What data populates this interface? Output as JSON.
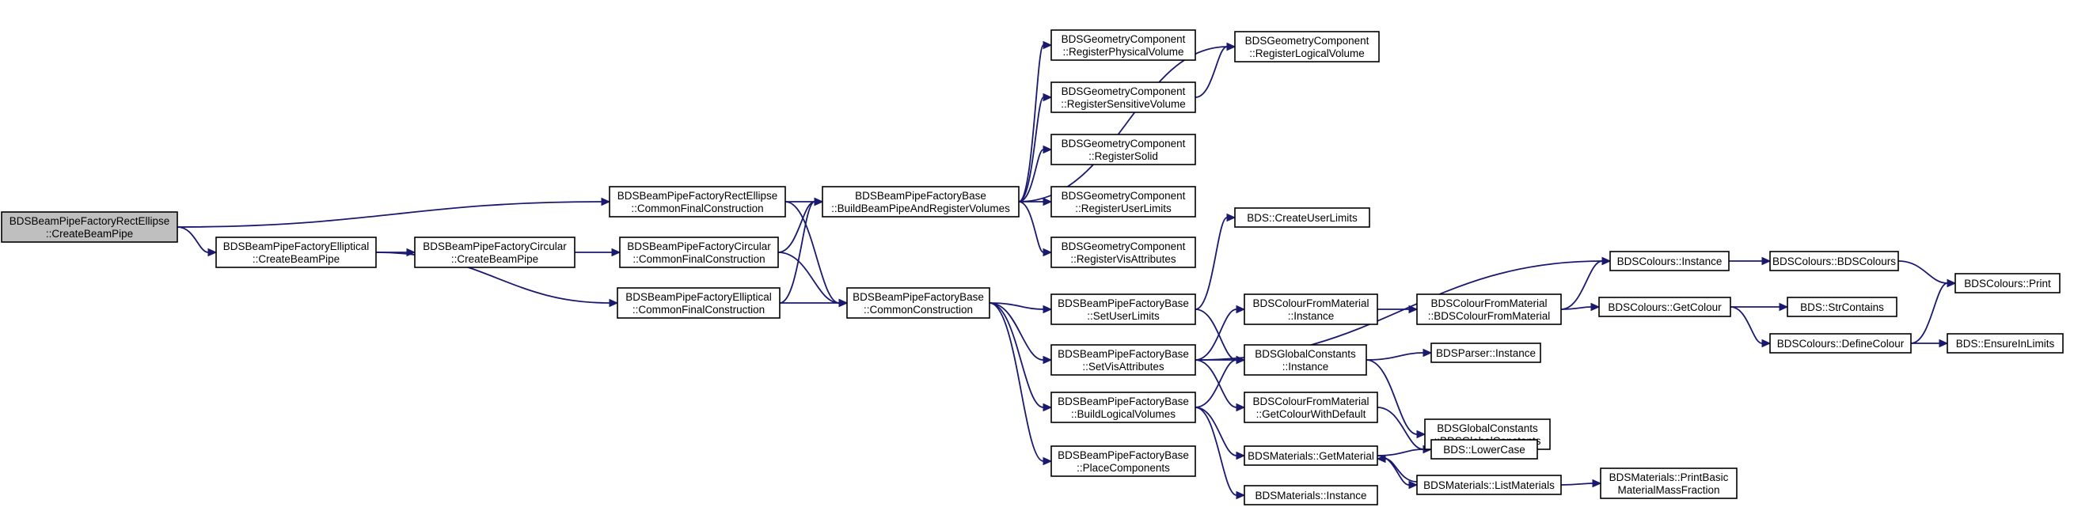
{
  "colors": {
    "edge": "#191970",
    "node_fill": "#ffffff",
    "root_fill": "#bfbfbf",
    "border": "#000000"
  },
  "nodes": [
    {
      "id": "root",
      "lines": [
        "BDSBeamPipeFactoryRectEllipse",
        "::CreateBeamPipe"
      ],
      "root": true
    },
    {
      "id": "ell_create",
      "lines": [
        "BDSBeamPipeFactoryElliptical",
        "::CreateBeamPipe"
      ]
    },
    {
      "id": "rect_cfc",
      "lines": [
        "BDSBeamPipeFactoryRectEllipse",
        "::CommonFinalConstruction"
      ]
    },
    {
      "id": "circ_create",
      "lines": [
        "BDSBeamPipeFactoryCircular",
        "::CreateBeamPipe"
      ]
    },
    {
      "id": "circ_cfc",
      "lines": [
        "BDSBeamPipeFactoryCircular",
        "::CommonFinalConstruction"
      ]
    },
    {
      "id": "ell_cfc",
      "lines": [
        "BDSBeamPipeFactoryElliptical",
        "::CommonFinalConstruction"
      ]
    },
    {
      "id": "base_build",
      "lines": [
        "BDSBeamPipeFactoryBase",
        "::BuildBeamPipeAndRegisterVolumes"
      ]
    },
    {
      "id": "base_common",
      "lines": [
        "BDSBeamPipeFactoryBase",
        "::CommonConstruction"
      ]
    },
    {
      "id": "geo_phys",
      "lines": [
        "BDSGeometryComponent",
        "::RegisterPhysicalVolume"
      ]
    },
    {
      "id": "geo_sens",
      "lines": [
        "BDSGeometryComponent",
        "::RegisterSensitiveVolume"
      ]
    },
    {
      "id": "geo_solid",
      "lines": [
        "BDSGeometryComponent",
        "::RegisterSolid"
      ]
    },
    {
      "id": "geo_ul",
      "lines": [
        "BDSGeometryComponent",
        "::RegisterUserLimits"
      ]
    },
    {
      "id": "geo_vis",
      "lines": [
        "BDSGeometryComponent",
        "::RegisterVisAttributes"
      ]
    },
    {
      "id": "geo_log",
      "lines": [
        "BDSGeometryComponent",
        "::RegisterLogicalVolume"
      ]
    },
    {
      "id": "base_ul",
      "lines": [
        "BDSBeamPipeFactoryBase",
        "::SetUserLimits"
      ]
    },
    {
      "id": "base_vis",
      "lines": [
        "BDSBeamPipeFactoryBase",
        "::SetVisAttributes"
      ]
    },
    {
      "id": "base_blv",
      "lines": [
        "BDSBeamPipeFactoryBase",
        "::BuildLogicalVolumes"
      ]
    },
    {
      "id": "base_place",
      "lines": [
        "BDSBeamPipeFactoryBase",
        "::PlaceComponents"
      ]
    },
    {
      "id": "bds_cul",
      "lines": [
        "BDS::CreateUserLimits"
      ]
    },
    {
      "id": "cfm_inst",
      "lines": [
        "BDSColourFromMaterial",
        "::Instance"
      ]
    },
    {
      "id": "gc_inst",
      "lines": [
        "BDSGlobalConstants",
        "::Instance"
      ]
    },
    {
      "id": "cfm_gcwd",
      "lines": [
        "BDSColourFromMaterial",
        "::GetColourWithDefault"
      ]
    },
    {
      "id": "mat_get",
      "lines": [
        "BDSMaterials::GetMaterial"
      ]
    },
    {
      "id": "mat_inst",
      "lines": [
        "BDSMaterials::Instance"
      ]
    },
    {
      "id": "cfm_ctor",
      "lines": [
        "BDSColourFromMaterial",
        "::BDSColourFromMaterial"
      ]
    },
    {
      "id": "parser_inst",
      "lines": [
        "BDSParser::Instance"
      ]
    },
    {
      "id": "gc_ctor",
      "lines": [
        "BDSGlobalConstants",
        "::BDSGlobalConstants"
      ]
    },
    {
      "id": "lower",
      "lines": [
        "BDS::LowerCase"
      ]
    },
    {
      "id": "mat_list",
      "lines": [
        "BDSMaterials::ListMaterials"
      ]
    },
    {
      "id": "col_inst",
      "lines": [
        "BDSColours::Instance"
      ]
    },
    {
      "id": "col_get",
      "lines": [
        "BDSColours::GetColour"
      ]
    },
    {
      "id": "mat_print",
      "lines": [
        "BDSMaterials::PrintBasic",
        "MaterialMassFraction"
      ]
    },
    {
      "id": "col_ctor",
      "lines": [
        "BDSColours::BDSColours"
      ]
    },
    {
      "id": "str_contains",
      "lines": [
        "BDS::StrContains"
      ]
    },
    {
      "id": "col_define",
      "lines": [
        "BDSColours::DefineColour"
      ]
    },
    {
      "id": "col_print",
      "lines": [
        "BDSColours::Print"
      ]
    },
    {
      "id": "ensure",
      "lines": [
        "BDS::EnsureInLimits"
      ]
    }
  ],
  "edges": [
    [
      "root",
      "rect_cfc"
    ],
    [
      "root",
      "ell_create"
    ],
    [
      "ell_create",
      "circ_create"
    ],
    [
      "ell_create",
      "ell_cfc"
    ],
    [
      "circ_create",
      "circ_cfc"
    ],
    [
      "rect_cfc",
      "base_build"
    ],
    [
      "rect_cfc",
      "base_common"
    ],
    [
      "circ_cfc",
      "base_build"
    ],
    [
      "circ_cfc",
      "base_common"
    ],
    [
      "ell_cfc",
      "base_build"
    ],
    [
      "ell_cfc",
      "base_common"
    ],
    [
      "base_build",
      "geo_log"
    ],
    [
      "base_build",
      "geo_phys"
    ],
    [
      "base_build",
      "geo_sens"
    ],
    [
      "base_build",
      "geo_solid"
    ],
    [
      "base_build",
      "geo_ul"
    ],
    [
      "base_build",
      "geo_vis"
    ],
    [
      "geo_sens",
      "geo_log"
    ],
    [
      "base_common",
      "base_ul"
    ],
    [
      "base_common",
      "base_vis"
    ],
    [
      "base_common",
      "base_blv"
    ],
    [
      "base_common",
      "base_place"
    ],
    [
      "base_ul",
      "bds_cul"
    ],
    [
      "base_ul",
      "gc_inst"
    ],
    [
      "base_vis",
      "col_inst"
    ],
    [
      "base_vis",
      "cfm_inst"
    ],
    [
      "base_vis",
      "gc_inst"
    ],
    [
      "base_vis",
      "cfm_gcwd"
    ],
    [
      "base_blv",
      "gc_inst"
    ],
    [
      "base_blv",
      "mat_get"
    ],
    [
      "base_blv",
      "mat_inst"
    ],
    [
      "cfm_inst",
      "cfm_ctor"
    ],
    [
      "cfm_ctor",
      "col_inst"
    ],
    [
      "cfm_ctor",
      "col_get"
    ],
    [
      "gc_inst",
      "parser_inst"
    ],
    [
      "gc_inst",
      "gc_ctor"
    ],
    [
      "cfm_gcwd",
      "lower"
    ],
    [
      "mat_get",
      "lower"
    ],
    [
      "mat_get",
      "mat_list"
    ],
    [
      "mat_list",
      "mat_get"
    ],
    [
      "mat_list",
      "mat_print"
    ],
    [
      "col_inst",
      "col_ctor"
    ],
    [
      "col_ctor",
      "col_print"
    ],
    [
      "col_get",
      "str_contains"
    ],
    [
      "col_get",
      "col_define"
    ],
    [
      "col_define",
      "col_print"
    ],
    [
      "col_define",
      "ensure"
    ]
  ]
}
